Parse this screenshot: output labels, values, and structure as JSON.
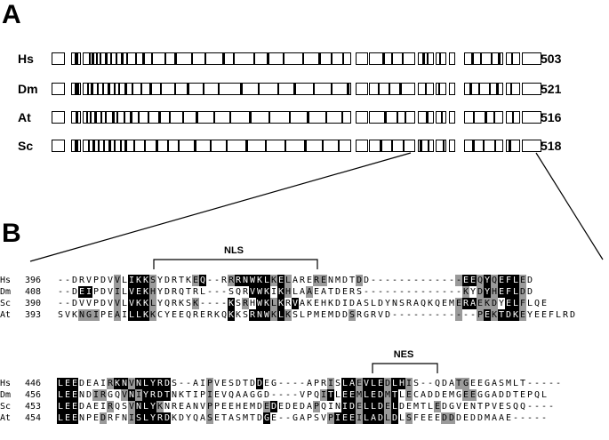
{
  "panels": {
    "a": "A",
    "b": "B"
  },
  "species": [
    {
      "abbr": "Hs",
      "length": "503"
    },
    {
      "abbr": "Dm",
      "length": "521"
    },
    {
      "abbr": "At",
      "length": "516"
    },
    {
      "abbr": "Sc",
      "length": "518"
    }
  ],
  "motifs": {
    "nls": "NLS",
    "nes": "NES"
  },
  "blocks": [
    {
      "rows": [
        {
          "species": "Hs",
          "pos": "396",
          "seq": "--DRVPDVVLIKKSYDRTKEQ--RRRNWKLKELARERENMDTDD-------------EEQYQEFLED",
          "black": [
            [
              10,
              12
            ],
            [
              20,
              20
            ],
            [
              25,
              29
            ],
            [
              31,
              31
            ],
            [
              57,
              58
            ],
            [
              60,
              60
            ],
            [
              62,
              62
            ],
            [
              63,
              64
            ]
          ],
          "gray": [
            [
              8,
              8
            ],
            [
              13,
              13
            ],
            [
              19,
              19
            ],
            [
              24,
              24
            ],
            [
              30,
              30
            ],
            [
              32,
              32
            ],
            [
              36,
              37
            ],
            [
              42,
              42
            ],
            [
              56,
              56
            ],
            [
              59,
              59
            ],
            [
              61,
              61
            ],
            [
              65,
              65
            ]
          ]
        },
        {
          "species": "Dm",
          "pos": "408",
          "seq": "--DEIPDVILVEKHYDRQTRL---SQRVWKIKHLAAEATDERS--------------KYDYHEFLDD",
          "black": [
            [
              3,
              4
            ],
            [
              10,
              12
            ],
            [
              27,
              29
            ],
            [
              31,
              31
            ],
            [
              60,
              60
            ],
            [
              62,
              62
            ],
            [
              63,
              64
            ]
          ],
          "gray": [
            [
              8,
              8
            ],
            [
              13,
              13
            ],
            [
              32,
              32
            ],
            [
              35,
              35
            ],
            [
              57,
              57
            ],
            [
              59,
              59
            ],
            [
              61,
              61
            ],
            [
              65,
              65
            ]
          ]
        },
        {
          "species": "Sc",
          "pos": "390",
          "seq": "--DVVPDVVLVKKLYQRKSK----KSRHWKLKRVAKEHKDIDASLDYNSRAQKQEMERAEKDYELFLQE",
          "black": [
            [
              10,
              12
            ],
            [
              24,
              24
            ],
            [
              28,
              29
            ],
            [
              31,
              31
            ],
            [
              33,
              33
            ],
            [
              57,
              58
            ],
            [
              63,
              64
            ]
          ],
          "gray": [
            [
              8,
              8
            ],
            [
              13,
              13
            ],
            [
              19,
              19
            ],
            [
              26,
              26
            ],
            [
              30,
              30
            ],
            [
              56,
              56
            ],
            [
              59,
              61
            ],
            [
              65,
              65
            ]
          ]
        },
        {
          "species": "At",
          "pos": "393",
          "seq": "SVKNGIPEAILLKKCYEEQRERKQKKSRNWKLKSLPMEMDDSRGRVD------------PEKTDKEYEEFLRD",
          "black": [
            [
              10,
              12
            ],
            [
              24,
              24
            ],
            [
              27,
              29
            ],
            [
              31,
              31
            ],
            [
              60,
              60
            ],
            [
              62,
              62
            ],
            [
              63,
              64
            ]
          ],
          "gray": [
            [
              3,
              5
            ],
            [
              8,
              8
            ],
            [
              13,
              13
            ],
            [
              30,
              30
            ],
            [
              32,
              32
            ],
            [
              41,
              41
            ],
            [
              56,
              56
            ],
            [
              59,
              59
            ],
            [
              61,
              61
            ],
            [
              65,
              65
            ]
          ]
        }
      ]
    },
    {
      "rows": [
        {
          "species": "Hs",
          "pos": "446",
          "seq": "LEEDEAIRKNVNLYRDS--AIPVESDTDDEG----APRISLAEVLEDLHIS--QDATGEEGASMLT-----",
          "black": [
            [
              0,
              2
            ],
            [
              8,
              9
            ],
            [
              11,
              15
            ],
            [
              28,
              28
            ],
            [
              40,
              41
            ],
            [
              43,
              45
            ],
            [
              47,
              48
            ]
          ],
          "gray": [
            [
              7,
              7
            ],
            [
              10,
              10
            ],
            [
              21,
              21
            ],
            [
              38,
              38
            ],
            [
              42,
              42
            ],
            [
              46,
              46
            ],
            [
              49,
              49
            ],
            [
              56,
              57
            ]
          ]
        },
        {
          "species": "Dm",
          "pos": "456",
          "seq": "LEENDIRGQVNIYRDTNKTIPIEVQAAGGD----VPQITLEEMLEDMTLECADDEMGEEGGADDTEPQL",
          "black": [
            [
              0,
              2
            ],
            [
              10,
              10
            ],
            [
              12,
              15
            ],
            [
              38,
              38
            ],
            [
              40,
              41
            ],
            [
              43,
              45
            ],
            [
              47,
              47
            ]
          ],
          "gray": [
            [
              5,
              6
            ],
            [
              9,
              9
            ],
            [
              11,
              11
            ],
            [
              21,
              21
            ],
            [
              37,
              37
            ],
            [
              42,
              42
            ],
            [
              46,
              46
            ],
            [
              49,
              49
            ],
            [
              57,
              58
            ]
          ]
        },
        {
          "species": "Sc",
          "pos": "453",
          "seq": "LEEDAEIRQSVNLYKNREANVPPEEHEMDEDEDEDAPQINIDELLDELDEMTLEDGVENTPVESQQ----",
          "black": [
            [
              0,
              2
            ],
            [
              11,
              13
            ],
            [
              30,
              30
            ],
            [
              40,
              41
            ],
            [
              43,
              45
            ],
            [
              47,
              47
            ]
          ],
          "gray": [
            [
              7,
              7
            ],
            [
              10,
              10
            ],
            [
              14,
              14
            ],
            [
              21,
              21
            ],
            [
              29,
              29
            ],
            [
              36,
              36
            ],
            [
              42,
              42
            ],
            [
              46,
              46
            ],
            [
              53,
              53
            ]
          ]
        },
        {
          "species": "At",
          "pos": "454",
          "seq": "LEENPEDRFNISLYRDKDYQASETASMTDGE--GAPSVPIEEILADLDLSFEEEDDDEDDMAAE-----",
          "black": [
            [
              0,
              2
            ],
            [
              11,
              15
            ],
            [
              29,
              29
            ],
            [
              39,
              39
            ],
            [
              40,
              41
            ],
            [
              43,
              45
            ],
            [
              47,
              47
            ]
          ],
          "gray": [
            [
              6,
              6
            ],
            [
              10,
              10
            ],
            [
              21,
              21
            ],
            [
              38,
              38
            ],
            [
              42,
              42
            ],
            [
              46,
              46
            ],
            [
              49,
              49
            ],
            [
              54,
              55
            ]
          ]
        }
      ]
    }
  ]
}
